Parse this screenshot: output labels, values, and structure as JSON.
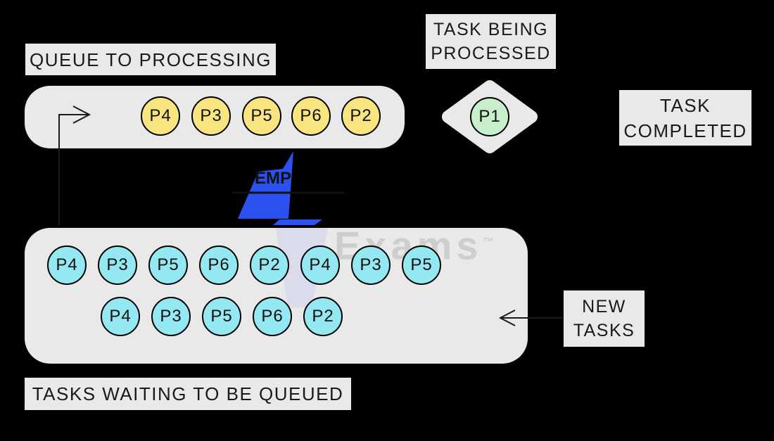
{
  "labels": {
    "queue_title": "QUEUE TO PROCESSING",
    "task_being_processed": "TASK BEING\nPROCESSED",
    "task_completed": "TASK\nCOMPLETED",
    "new_tasks": "NEW\nTASKS",
    "waiting_title": "TASKS WAITING TO BE QUEUED",
    "partial_fragment": "EMP"
  },
  "queue": {
    "items": [
      "P4",
      "P3",
      "P5",
      "P6",
      "P2"
    ]
  },
  "processing": {
    "item": "P1"
  },
  "waiting": {
    "row1": [
      "P4",
      "P3",
      "P5",
      "P6",
      "P2",
      "P4",
      "P3",
      "P5"
    ],
    "row2": [
      "P4",
      "P3",
      "P5",
      "P6",
      "P2"
    ]
  },
  "watermark": {
    "text": "Exams",
    "tm": "™"
  },
  "colors": {
    "background": "#000000",
    "box_gray": "#e9e9e9",
    "queue_item_yellow": "#f9e57f",
    "waiting_item_cyan": "#94e8f2",
    "processing_item_green": "#c7efca",
    "logo_blue": "#2b52f0",
    "watermark_gray": "#cecece",
    "text_black": "#1a1a1a"
  }
}
